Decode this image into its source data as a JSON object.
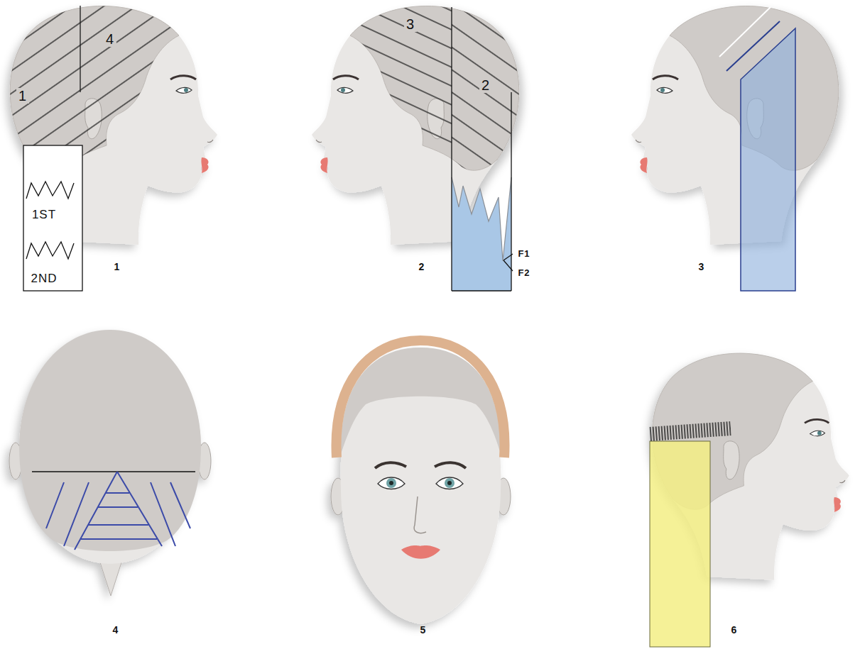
{
  "diagram": {
    "labels": [
      "1",
      "4",
      "1ST",
      "2ND",
      "1",
      "3",
      "2",
      "F1",
      "F2",
      "2",
      "3",
      "4",
      "5",
      "6"
    ]
  }
}
